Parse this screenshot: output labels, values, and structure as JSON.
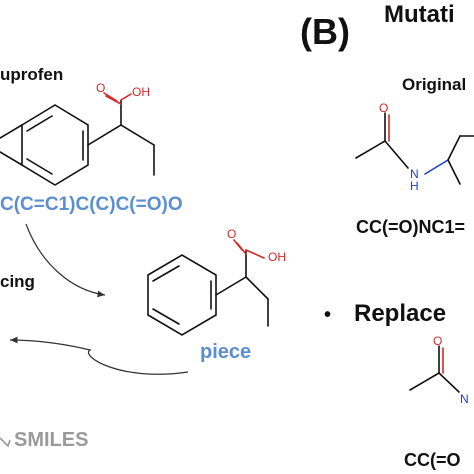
{
  "panel_b": {
    "label": "(B)",
    "title_fragment": "Mutati",
    "original_fragment": "Original",
    "smiles_original_fragment": "CC(=O)NC1=",
    "replace_fragment": "Replace",
    "bullet": "•",
    "smiles_replace_fragment": "CC(=O"
  },
  "panel_a": {
    "drug_name_fragment": "uprofen",
    "smiles_fragment": "C(C=C1)C(C)C(=O)O",
    "slicing_fragment": "cing",
    "piece_label": "piece",
    "footer_fragment": "SMILES"
  },
  "atoms": {
    "oh": "OH",
    "o": "O",
    "h": "H",
    "n": "N",
    "nh": "N"
  },
  "colors": {
    "blue_text": "#5b8fd1",
    "oxygen": "#d42a2a",
    "nitrogen": "#1f3fd0",
    "footer": "#9a9a9a"
  }
}
